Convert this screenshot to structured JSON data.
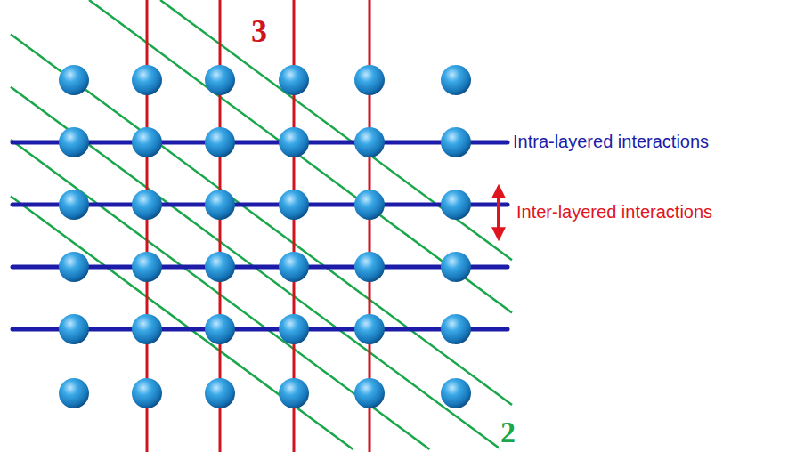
{
  "diagram": {
    "labels": [
      "3",
      "Intra-layered interactions",
      "Inter-layered interactions",
      "2"
    ]
  }
}
